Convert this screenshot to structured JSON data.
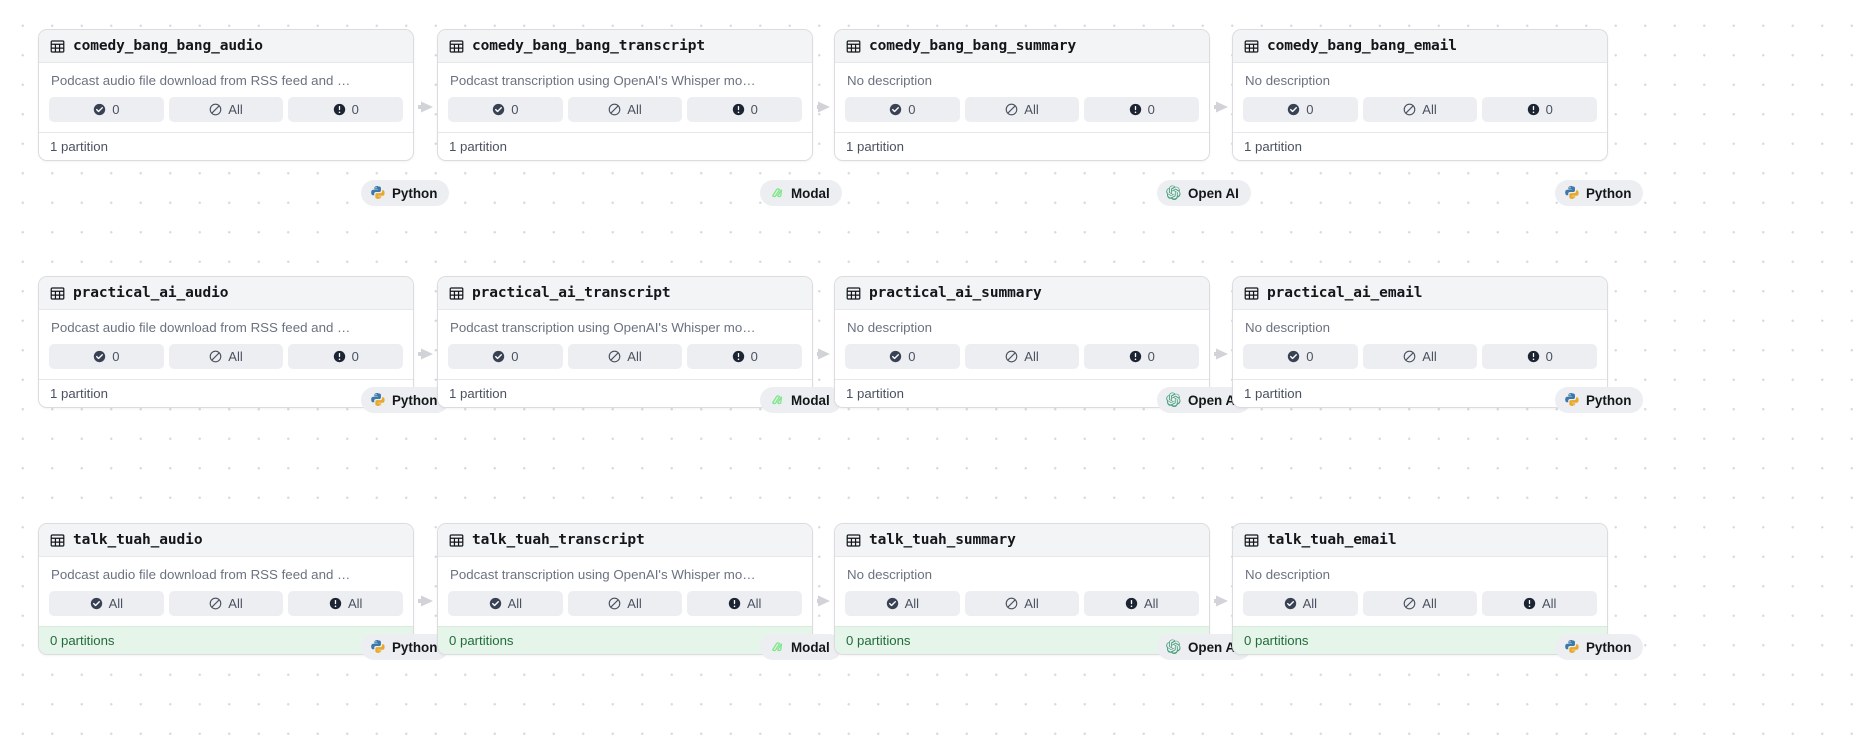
{
  "canvas": {
    "background_color": "#ffffff",
    "dot_color": "#d9d9e3",
    "arrow_color": "#d2d3d9"
  },
  "labels": {
    "no_description": "No description",
    "desc_audio": "Podcast audio file download from RSS feed and …",
    "desc_transcript": "Podcast transcription using OpenAI's Whisper mo…",
    "partition_one": "1 partition",
    "partition_zero": "0 partitions",
    "count_zero": "0",
    "count_all": "All"
  },
  "kinds": {
    "python": "Python",
    "modal": "Modal",
    "openai": "Open AI"
  },
  "rows": [
    {
      "id": "comedy_bang_bang",
      "empty": false,
      "cards": [
        {
          "title": "comedy_bang_bang_audio",
          "description": "Podcast audio file download from RSS feed and …",
          "checks": "0",
          "policy": "All",
          "alerts": "0",
          "partitions": "1 partition",
          "kind": "Python"
        },
        {
          "title": "comedy_bang_bang_transcript",
          "description": "Podcast transcription using OpenAI's Whisper mo…",
          "checks": "0",
          "policy": "All",
          "alerts": "0",
          "partitions": "1 partition",
          "kind": "Modal"
        },
        {
          "title": "comedy_bang_bang_summary",
          "description": "No description",
          "checks": "0",
          "policy": "All",
          "alerts": "0",
          "partitions": "1 partition",
          "kind": "Open AI"
        },
        {
          "title": "comedy_bang_bang_email",
          "description": "No description",
          "checks": "0",
          "policy": "All",
          "alerts": "0",
          "partitions": "1 partition",
          "kind": "Python"
        }
      ]
    },
    {
      "id": "practical_ai",
      "empty": false,
      "cards": [
        {
          "title": "practical_ai_audio",
          "description": "Podcast audio file download from RSS feed and …",
          "checks": "0",
          "policy": "All",
          "alerts": "0",
          "partitions": "1 partition",
          "kind": "Python"
        },
        {
          "title": "practical_ai_transcript",
          "description": "Podcast transcription using OpenAI's Whisper mo…",
          "checks": "0",
          "policy": "All",
          "alerts": "0",
          "partitions": "1 partition",
          "kind": "Modal"
        },
        {
          "title": "practical_ai_summary",
          "description": "No description",
          "checks": "0",
          "policy": "All",
          "alerts": "0",
          "partitions": "1 partition",
          "kind": "Open AI"
        },
        {
          "title": "practical_ai_email",
          "description": "No description",
          "checks": "0",
          "policy": "All",
          "alerts": "0",
          "partitions": "1 partition",
          "kind": "Python"
        }
      ]
    },
    {
      "id": "talk_tuah",
      "empty": true,
      "cards": [
        {
          "title": "talk_tuah_audio",
          "description": "Podcast audio file download from RSS feed and …",
          "checks": "All",
          "policy": "All",
          "alerts": "All",
          "partitions": "0 partitions",
          "kind": "Python"
        },
        {
          "title": "talk_tuah_transcript",
          "description": "Podcast transcription using OpenAI's Whisper mo…",
          "checks": "All",
          "policy": "All",
          "alerts": "All",
          "partitions": "0 partitions",
          "kind": "Modal"
        },
        {
          "title": "talk_tuah_summary",
          "description": "No description",
          "checks": "All",
          "policy": "All",
          "alerts": "All",
          "partitions": "0 partitions",
          "kind": "Open AI"
        },
        {
          "title": "talk_tuah_email",
          "description": "No description",
          "checks": "All",
          "policy": "All",
          "alerts": "All",
          "partitions": "0 partitions",
          "kind": "Python"
        }
      ]
    }
  ]
}
